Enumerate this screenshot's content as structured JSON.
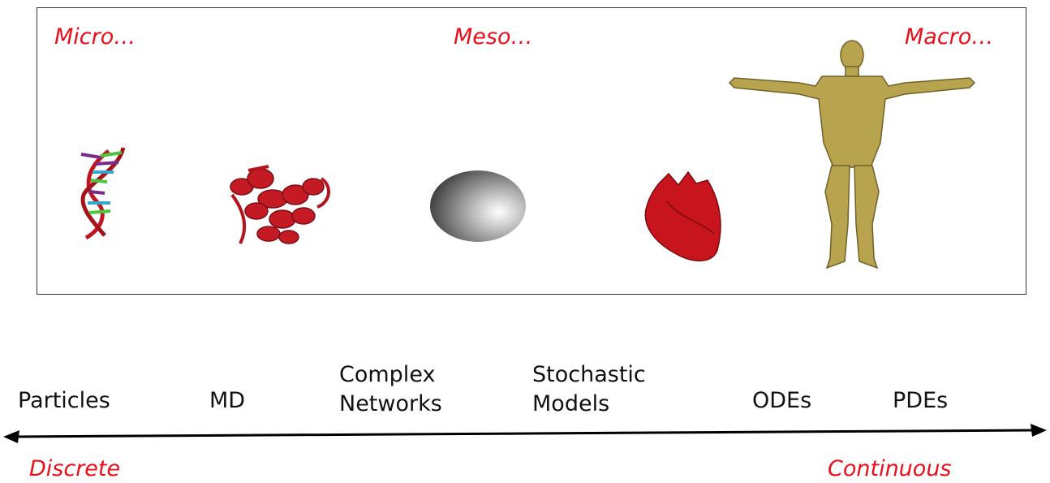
{
  "scales": {
    "micro": "Micro…",
    "meso": "Meso…",
    "macro": "Macro…"
  },
  "figures": [
    {
      "name": "dna-helix-icon"
    },
    {
      "name": "protein-ribbon-icon"
    },
    {
      "name": "sphere-icon"
    },
    {
      "name": "heart-icon"
    },
    {
      "name": "human-body-icon"
    }
  ],
  "methods": {
    "particles": "Particles",
    "md": "MD",
    "complex_line1": "Complex",
    "complex_line2": "Networks",
    "stochastic_line1": "Stochastic",
    "stochastic_line2": "Models",
    "odes": "ODEs",
    "pdes": "PDEs"
  },
  "poles": {
    "left": "Discrete",
    "right": "Continuous"
  },
  "colors": {
    "accent": "#e8111b",
    "text": "#111111",
    "frame": "#333333",
    "body_gold": "#b8a44f",
    "heart_red": "#c8141c"
  }
}
